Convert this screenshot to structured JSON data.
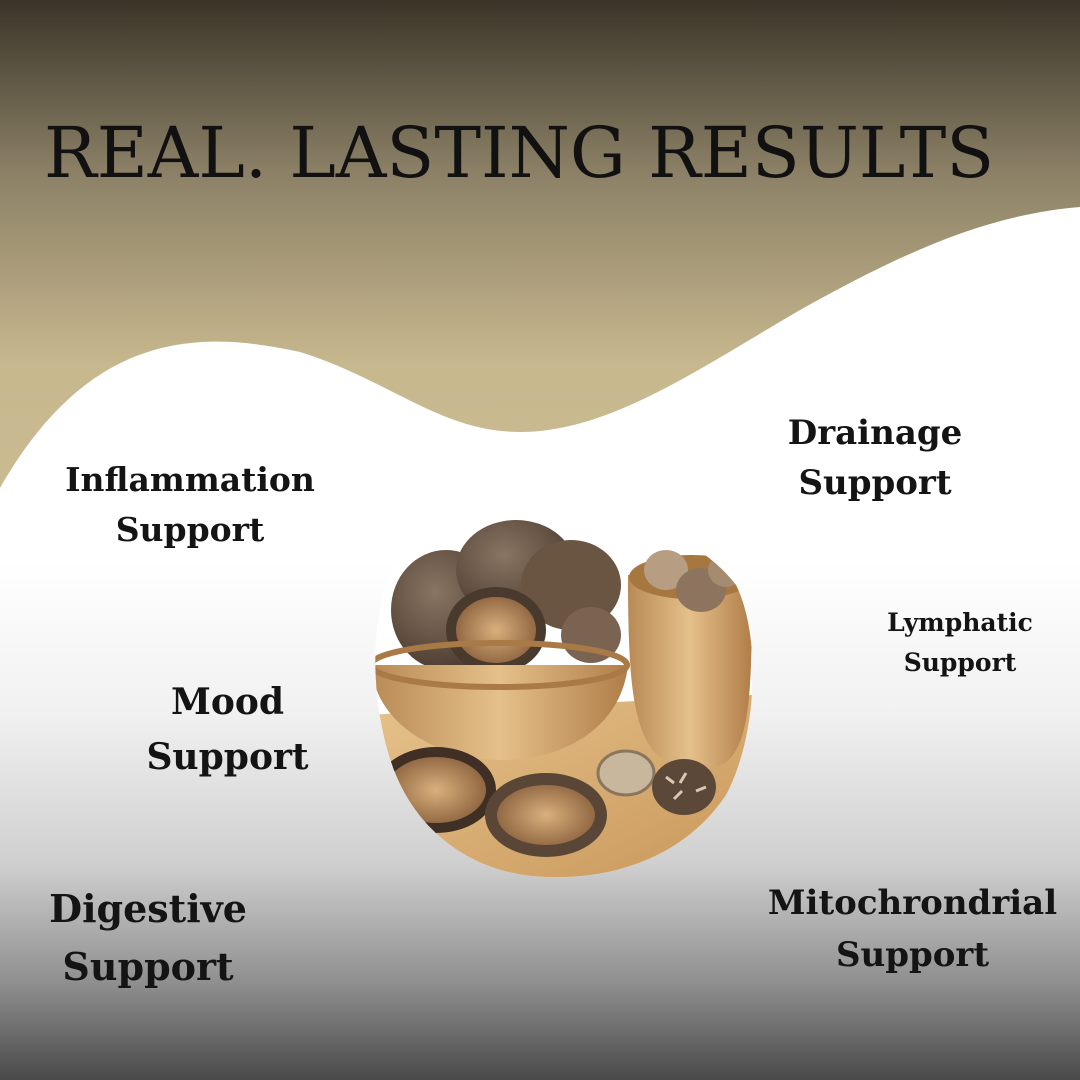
{
  "title": "REAL. LASTING RESULTS",
  "colors": {
    "banner_top": "#3a3528",
    "banner_mid": "#8b8066",
    "banner_bottom": "#c8b88e",
    "text": "#141414"
  },
  "benefits": {
    "inflammation": {
      "line1": "Inflammation",
      "line2": "Support"
    },
    "drainage": {
      "line1": "Drainage",
      "line2": "Support"
    },
    "lymphatic": {
      "line1": "Lymphatic",
      "line2": "Support"
    },
    "mood": {
      "line1": "Mood",
      "line2": "Support"
    },
    "digestive": {
      "line1": "Digestive",
      "line2": "Support"
    },
    "mitochondrial": {
      "line1": "Mitochrondrial",
      "line2": "Support"
    }
  },
  "image": {
    "subject": "dried shiitake mushrooms in wooden bowls"
  }
}
